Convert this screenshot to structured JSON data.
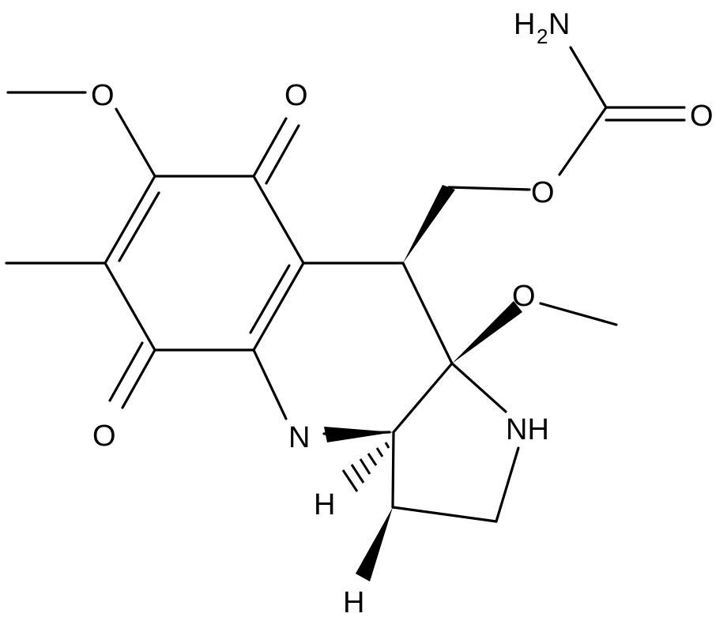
{
  "atoms": {
    "nh2_h": "H",
    "nh2_sub": "2",
    "nh2_n": "N",
    "o_carbonyl_carbamate": "O",
    "o_ester": "O",
    "o_methoxy_left": "O",
    "o_quinone_top": "O",
    "o_quinone_bottom": "O",
    "o_methoxy_right": "O",
    "n_aziridine": "N",
    "nh_ring": "NH",
    "h_upper": "H",
    "h_lower": "H"
  },
  "colors": {
    "bond": "#000000",
    "background": "#ffffff"
  }
}
